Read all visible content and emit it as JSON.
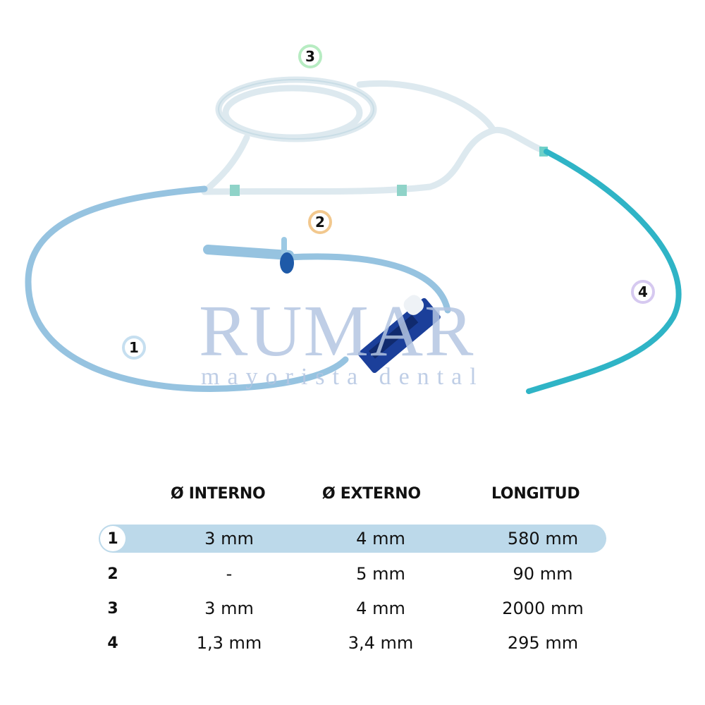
{
  "image": {
    "description": "Product photo of dental suction tubing set with numbered parts and specification table",
    "watermark": {
      "brand": "RUMAR",
      "tagline": "mayorista dental"
    },
    "callouts": [
      {
        "label": "1",
        "color": "#c6dff0"
      },
      {
        "label": "2",
        "color": "#f2c88e"
      },
      {
        "label": "3",
        "color": "#b7ecc2"
      },
      {
        "label": "4",
        "color": "#d6c9f0"
      }
    ]
  },
  "table": {
    "headers": {
      "interno": "Ø INTERNO",
      "externo": "Ø EXTERNO",
      "longitud": "LONGITUD"
    },
    "highlight_color": "#bcd9ea",
    "rows": [
      {
        "id": "1",
        "interno": "3 mm",
        "externo": "4 mm",
        "longitud": "580 mm"
      },
      {
        "id": "2",
        "interno": "-",
        "externo": "5 mm",
        "longitud": "90 mm"
      },
      {
        "id": "3",
        "interno": "3 mm",
        "externo": "4 mm",
        "longitud": "2000 mm"
      },
      {
        "id": "4",
        "interno": "1,3 mm",
        "externo": "3,4 mm",
        "longitud": "295 mm"
      }
    ]
  }
}
